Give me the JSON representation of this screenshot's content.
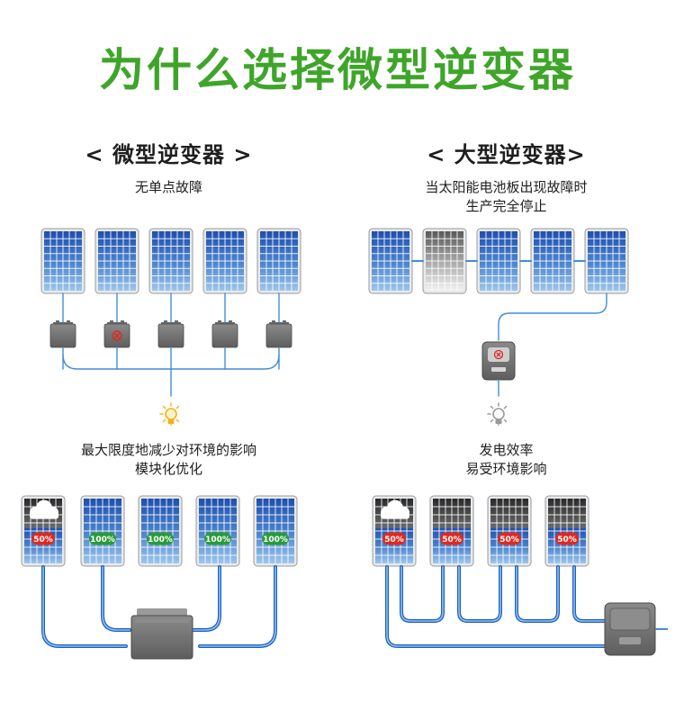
{
  "title": "为什么选择微型逆变器",
  "colors": {
    "title": "#3fa52a",
    "panel_dark": "#1f4fae",
    "panel_light": "#9ec6ec",
    "panel_frame": "#e8eaed",
    "wire": "#3f8ed6",
    "inverter": "#6d6d6d",
    "fault": "#e0291f",
    "ok_badge": "#2a9a3a",
    "bulb_on": "#f0b322",
    "bulb_off": "#9a9a9a"
  },
  "micro": {
    "heading": "< 微型逆变器 >",
    "caption_top": [
      "无单点故障"
    ],
    "caption_bottom": [
      "最大限度地减少对环境的影响",
      "模块化优化"
    ],
    "bulb": "lightbulb-on-icon",
    "panels_top": [
      {
        "status": "normal"
      },
      {
        "status": "normal"
      },
      {
        "status": "normal"
      },
      {
        "status": "normal"
      },
      {
        "status": "normal"
      }
    ],
    "inverters": [
      {
        "status": "ok"
      },
      {
        "status": "fault"
      },
      {
        "status": "ok"
      },
      {
        "status": "ok"
      },
      {
        "status": "ok"
      }
    ],
    "panels_bottom": [
      {
        "shaded": true,
        "output": "50%"
      },
      {
        "shaded": false,
        "output": "100%"
      },
      {
        "shaded": false,
        "output": "100%"
      },
      {
        "shaded": false,
        "output": "100%"
      },
      {
        "shaded": false,
        "output": "100%"
      }
    ]
  },
  "string": {
    "heading": "< 大型逆变器>",
    "caption_top": [
      "当太阳能电池板出现故障时",
      "生产完全停止"
    ],
    "caption_bottom": [
      "发电效率",
      "易受环境影响"
    ],
    "bulb": "lightbulb-off-icon",
    "panels_top": [
      {
        "status": "normal"
      },
      {
        "status": "faulty"
      },
      {
        "status": "normal"
      },
      {
        "status": "normal"
      },
      {
        "status": "normal"
      }
    ],
    "inverter": {
      "status": "fault"
    },
    "panels_bottom": [
      {
        "shaded": true,
        "output": "50%"
      },
      {
        "shaded": false,
        "output": "50%"
      },
      {
        "shaded": false,
        "output": "50%"
      },
      {
        "shaded": false,
        "output": "50%"
      }
    ]
  }
}
